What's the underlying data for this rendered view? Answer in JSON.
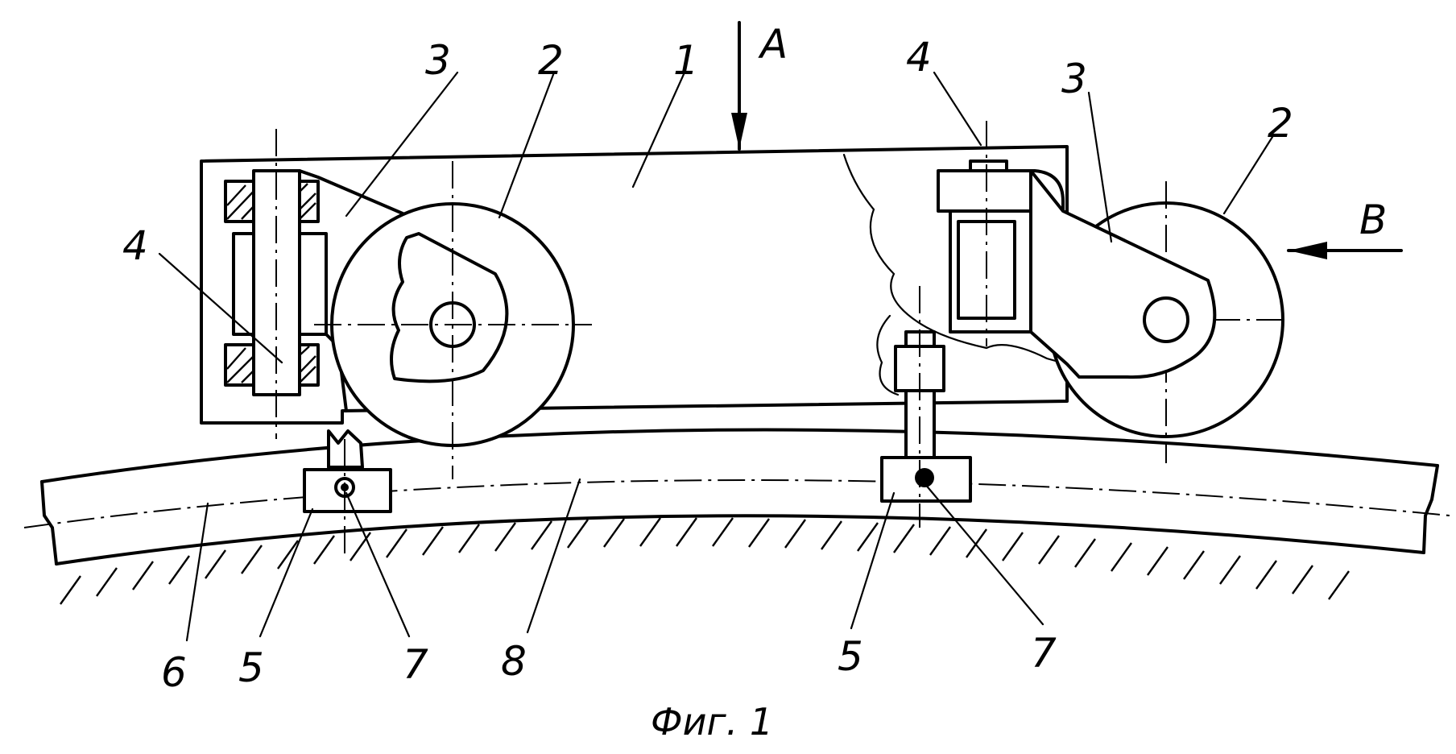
{
  "figure": {
    "caption": "Фиг. 1",
    "view_arrows": {
      "a": "A",
      "b": "B"
    },
    "part_labels": {
      "body": "1",
      "wheel_left": "2",
      "wheel_right": "2",
      "lever_left": "3",
      "lever_right": "3",
      "axle_left": "4",
      "axle_right": "4",
      "clamp_left": "5",
      "clamp_right": "5",
      "rail": "6",
      "pin_left": "7",
      "pin_right": "7",
      "axis_line": "8"
    }
  }
}
